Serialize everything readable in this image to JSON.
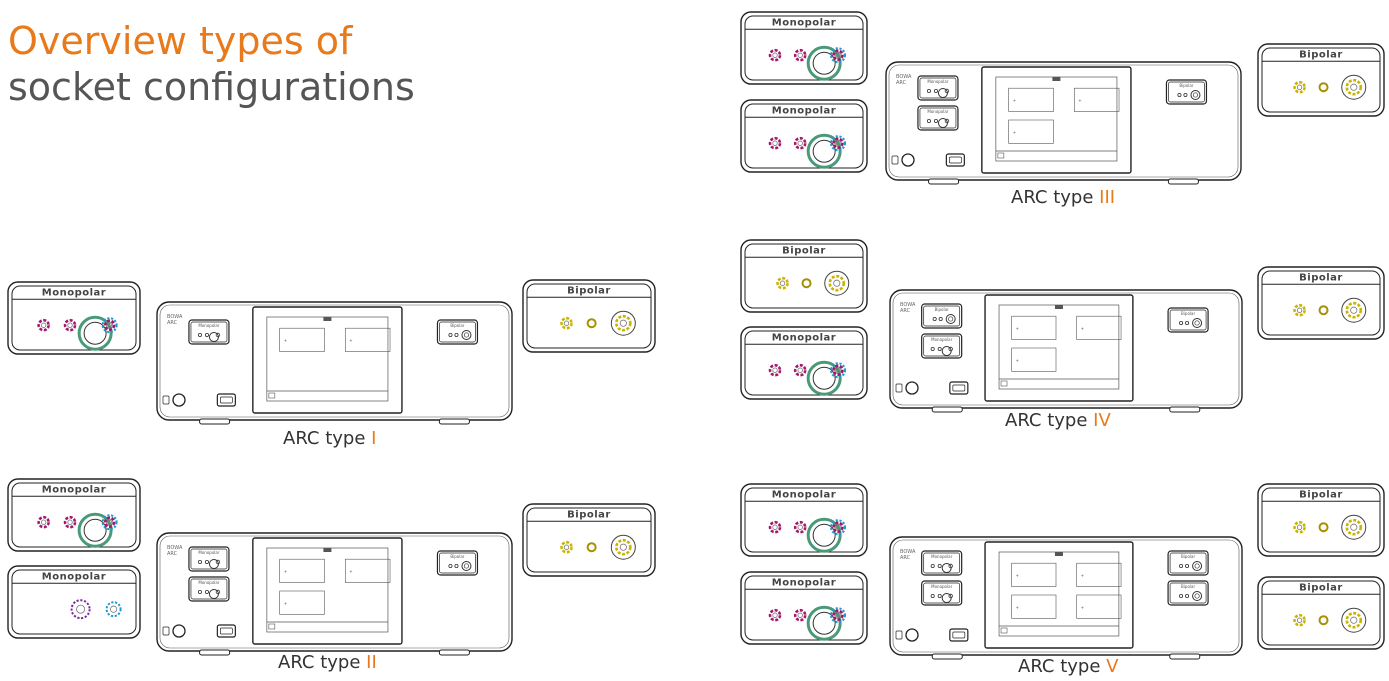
{
  "title": {
    "line1": "Overview types of",
    "line2": "socket configurations"
  },
  "colors": {
    "accent": "#e87a1c",
    "magenta": "#a3186c",
    "cyan": "#1c9ad6",
    "green": "#4a9a78",
    "yellow": "#c9b400"
  },
  "labels": {
    "monopolar": "Monopolar",
    "bipolar": "Bipolar",
    "brand": "BOWA",
    "brand_sub": "ARC"
  },
  "configs": [
    {
      "caption": "ARC type",
      "numeral": "I"
    },
    {
      "caption": "ARC type",
      "numeral": "II"
    },
    {
      "caption": "ARC type",
      "numeral": "III"
    },
    {
      "caption": "ARC type",
      "numeral": "IV"
    },
    {
      "caption": "ARC type",
      "numeral": "V"
    }
  ]
}
